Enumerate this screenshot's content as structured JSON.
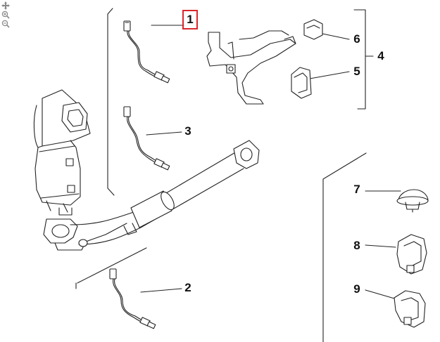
{
  "toolbar": {
    "icons": [
      "move-icon",
      "zoom-in-icon",
      "zoom-out-icon"
    ]
  },
  "diagram": {
    "selected_callout": "1",
    "callouts": {
      "c1": "1",
      "c2": "2",
      "c3": "3",
      "c4": "4",
      "c5": "5",
      "c6": "6",
      "c7": "7",
      "c8": "8",
      "c9": "9"
    },
    "colors": {
      "line": "#222222",
      "highlight": "#d9262c",
      "background": "#ffffff"
    }
  }
}
